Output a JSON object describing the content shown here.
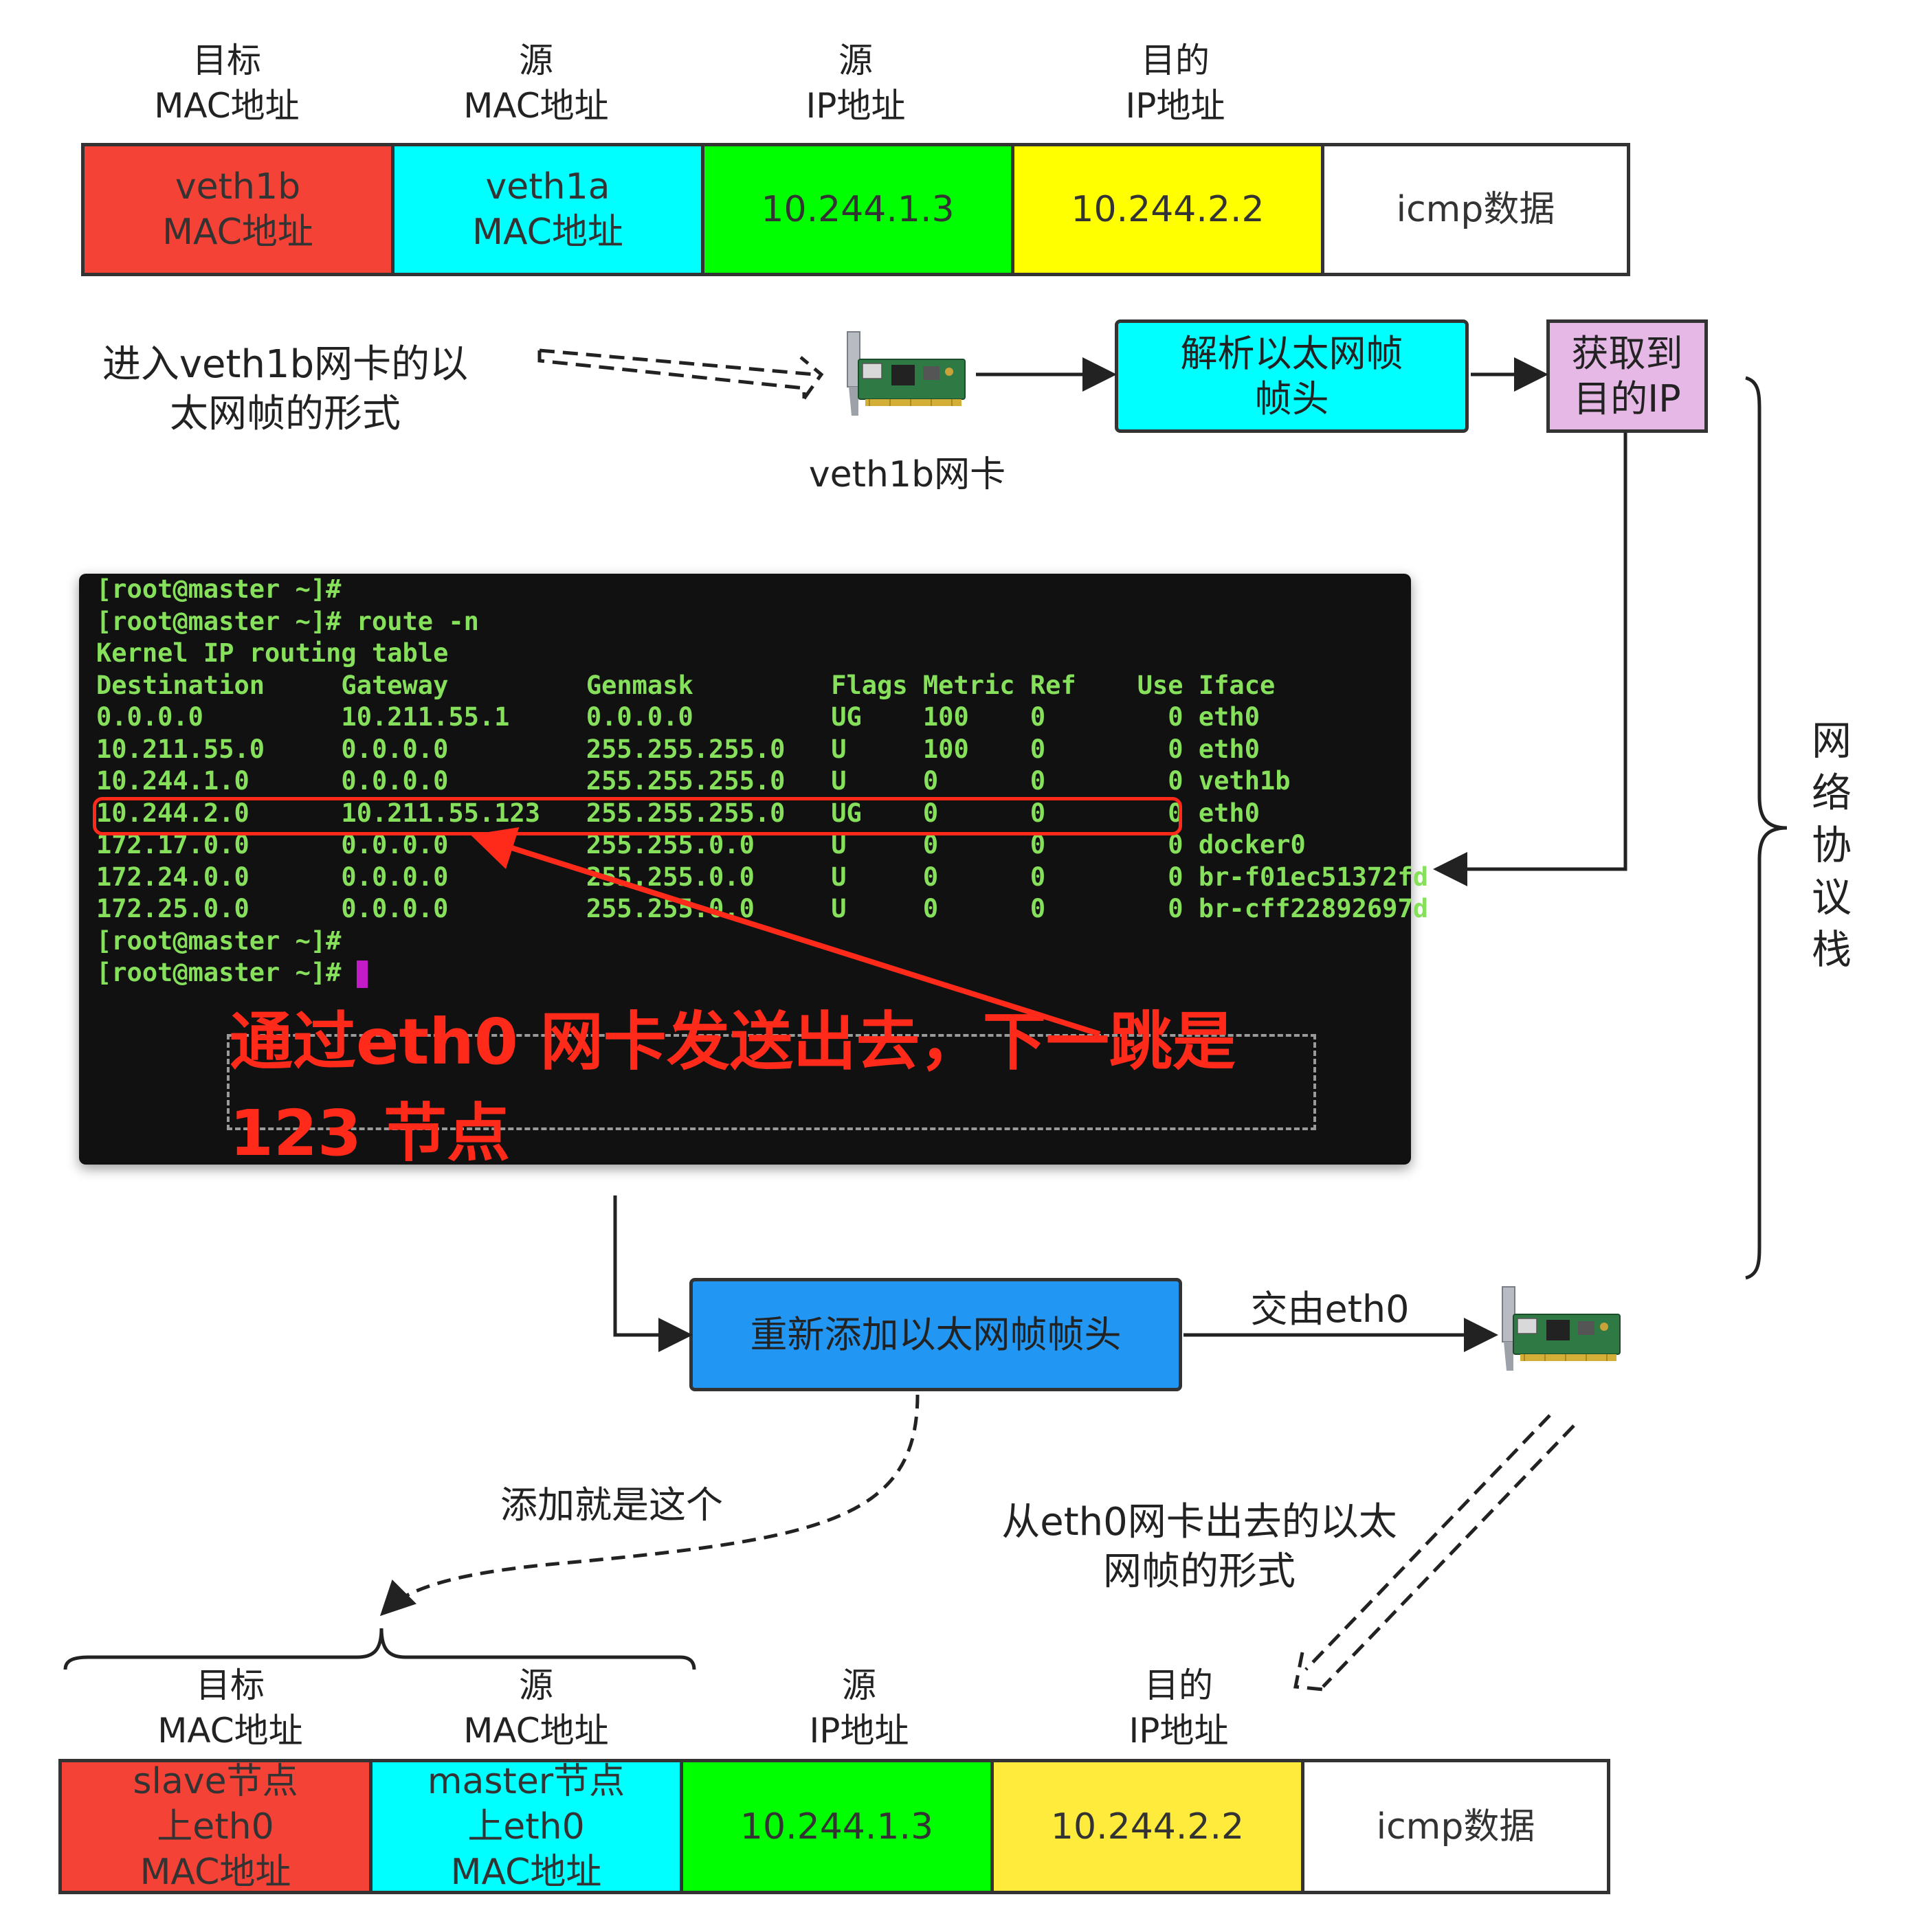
{
  "top_frame": {
    "headers": [
      "目标\nMAC地址",
      "源\nMAC地址",
      "源\nIP地址",
      "目的\nIP地址"
    ],
    "cells": [
      "veth1b\nMAC地址",
      "veth1a\nMAC地址",
      "10.244.1.3",
      "10.244.2.2",
      "icmp数据"
    ]
  },
  "labels": {
    "enter_frame": "进入veth1b网卡的以\n太网帧的形式",
    "veth1b_nic": "veth1b网卡",
    "hand_to_eth0": "交由eth0",
    "add_this": "添加就是这个",
    "exit_frame": "从eth0网卡出去的以太\n网帧的形式",
    "protocol_stack": "网\n络\n协\n议\n栈"
  },
  "boxes": {
    "parse_header": "解析以太网帧\n帧头",
    "get_dest_ip": "获取到\n目的IP",
    "readd_header": "重新添加以太网帧帧头"
  },
  "terminal": {
    "lines": [
      "[root@master ~]#",
      "[root@master ~]# route -n",
      "Kernel IP routing table",
      "Destination     Gateway         Genmask         Flags Metric Ref    Use Iface",
      "0.0.0.0         10.211.55.1     0.0.0.0         UG    100    0        0 eth0",
      "10.211.55.0     0.0.0.0         255.255.255.0   U     100    0        0 eth0",
      "10.244.1.0      0.0.0.0         255.255.255.0   U     0      0        0 veth1b",
      "10.244.2.0      10.211.55.123   255.255.255.0   UG    0      0        0 eth0",
      "172.17.0.0      0.0.0.0         255.255.0.0     U     0      0        0 docker0",
      "172.24.0.0      0.0.0.0         255.255.0.0     U     0      0        0 br-f01ec51372fd",
      "172.25.0.0      0.0.0.0         255.255.0.0     U     0      0        0 br-cff22892697d",
      "[root@master ~]#",
      "[root@master ~]# "
    ],
    "annotation": "通过eth0 网卡发送出去，下一跳是123 节点"
  },
  "bottom_frame": {
    "headers": [
      "目标\nMAC地址",
      "源\nMAC地址",
      "源\nIP地址",
      "目的\nIP地址"
    ],
    "cells": [
      "slave节点\n上eth0\nMAC地址",
      "master节点\n上eth0\nMAC地址",
      "10.244.1.3",
      "10.244.2.2",
      "icmp数据"
    ]
  },
  "colors": {
    "red": "#f44336",
    "cyan": "#00ffff",
    "green": "#00ff00",
    "yellow": "#ffff00",
    "yellow_bottom": "#ffeb3b",
    "parse_box": "#00ffff",
    "ip_box": "#e6b8e6",
    "readd_box": "#2196f3",
    "terminal_text": "#86e05b",
    "highlight": "#ff2a1a"
  },
  "icons": [
    "network-card-icon"
  ]
}
